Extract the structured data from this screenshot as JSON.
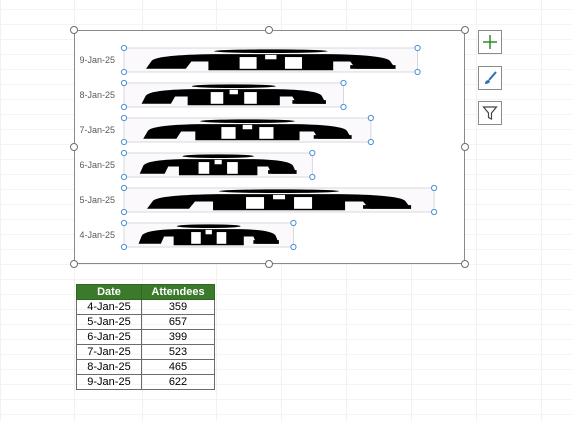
{
  "table": {
    "headers": [
      "Date",
      "Attendees"
    ],
    "rows": [
      [
        "4-Jan-25",
        "359"
      ],
      [
        "5-Jan-25",
        "657"
      ],
      [
        "6-Jan-25",
        "399"
      ],
      [
        "7-Jan-25",
        "523"
      ],
      [
        "8-Jan-25",
        "465"
      ],
      [
        "9-Jan-25",
        "622"
      ]
    ]
  },
  "chart_data": {
    "type": "bar",
    "orientation": "horizontal",
    "categories": [
      "4-Jan-25",
      "5-Jan-25",
      "6-Jan-25",
      "7-Jan-25",
      "8-Jan-25",
      "9-Jan-25"
    ],
    "values": [
      359,
      657,
      399,
      523,
      465,
      622
    ],
    "title": "",
    "xlabel": "",
    "ylabel": "",
    "fill": "picture-stretched",
    "selected": true,
    "legend": "none",
    "grid": false
  },
  "colors": {
    "header_fill": "#3a7a2a",
    "header_text": "#ffffff",
    "selection_handle": "#4a90d9",
    "bar_fill": "#fbf9fc",
    "pictogram": "#000000",
    "plus_icon": "#2e8b2e",
    "brush_icon": "#2f6fb5"
  },
  "icons": {
    "add_element": "plus-icon",
    "chart_style": "paintbrush-icon",
    "chart_filter": "funnel-icon"
  }
}
